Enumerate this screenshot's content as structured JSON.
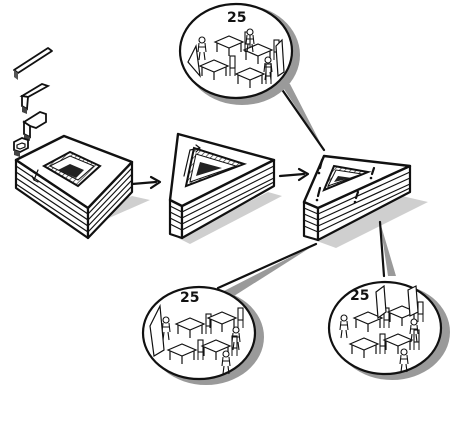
{
  "colors": {
    "ink": "#111111",
    "paper": "#ffffff",
    "shade": "#9a9a9a",
    "light_shade": "#d0d0d0"
  },
  "bubbles": [
    {
      "id": "top",
      "count_label": "25"
    },
    {
      "id": "bottom-left",
      "count_label": "25"
    },
    {
      "id": "bottom-right",
      "count_label": "25"
    }
  ]
}
